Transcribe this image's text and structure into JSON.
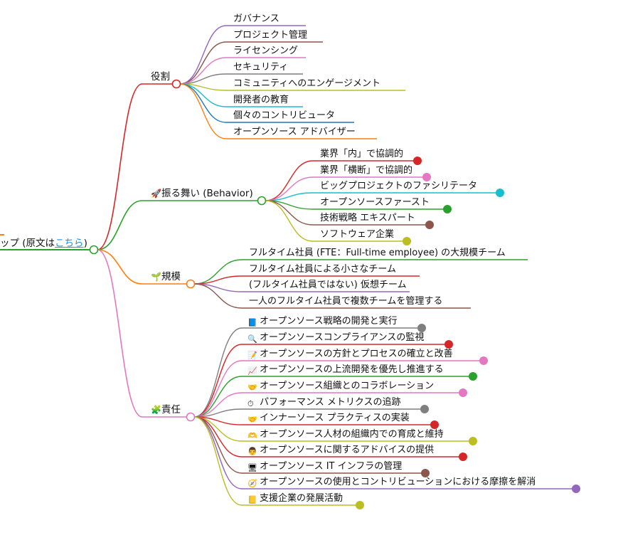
{
  "root": {
    "prefix": "ップ (原文は",
    "link_text": "こちら",
    "suffix": ")",
    "color": "#2ca02c"
  },
  "branches": [
    {
      "id": "roles",
      "label": "役割",
      "icon": "",
      "color": "#d62728",
      "children": [
        {
          "label": "ガバナンス",
          "color": "#9467bd",
          "dot": false
        },
        {
          "label": "プロジェクト管理",
          "color": "#8c564b",
          "dot": false
        },
        {
          "label": "ライセンシング",
          "color": "#e377c2",
          "dot": false
        },
        {
          "label": "セキュリティ",
          "color": "#7f7f7f",
          "dot": false
        },
        {
          "label": "コミュニティへのエンゲージメント",
          "color": "#bcbd22",
          "dot": false
        },
        {
          "label": "開発者の教育",
          "color": "#17becf",
          "dot": false
        },
        {
          "label": "個々のコントリビュータ",
          "color": "#1f77b4",
          "dot": false
        },
        {
          "label": "オープンソース アドバイザー",
          "color": "#ff7f0e",
          "dot": false
        }
      ]
    },
    {
      "id": "behavior",
      "label": "振る舞い (Behavior)",
      "icon": "rocket-icon",
      "color": "#2ca02c",
      "children": [
        {
          "label": "業界「内」で協調的",
          "color": "#d62728",
          "dot": true
        },
        {
          "label": "業界「横断」で協調的",
          "color": "#e377c2",
          "dot": true
        },
        {
          "label": "ビッグプロジェクトのファシリテータ",
          "color": "#17becf",
          "dot": true
        },
        {
          "label": "オープンソースファースト",
          "color": "#2ca02c",
          "dot": true
        },
        {
          "label": "技術戦略 エキスパート",
          "color": "#8c564b",
          "dot": true
        },
        {
          "label": "ソフトウェア企業",
          "color": "#bcbd22",
          "dot": true
        }
      ]
    },
    {
      "id": "scale",
      "label": "規模",
      "icon": "seedling-icon",
      "color": "#ff7f0e",
      "children": [
        {
          "label": "フルタイム社員 (FTE：Full-time employee) の大規模チーム",
          "color": "#2ca02c",
          "dot": false
        },
        {
          "label": "フルタイム社員による小さなチーム",
          "color": "#d62728",
          "dot": false
        },
        {
          "label": "(フルタイム社員ではない) 仮想チーム",
          "color": "#9467bd",
          "dot": false
        },
        {
          "label": "一人のフルタイム社員で複数チームを管理する",
          "color": "#8c564b",
          "dot": false
        }
      ]
    },
    {
      "id": "responsibility",
      "label": "責任",
      "icon": "puzzle-icon",
      "color": "#e377c2",
      "children": [
        {
          "label": "オープンソース戦略の開発と実行",
          "icon": "blue-book-icon",
          "color": "#7f7f7f",
          "dot": true
        },
        {
          "label": "オープンソースコンプライアンスの監視",
          "icon": "magnifier-icon",
          "color": "#d62728",
          "dot": true
        },
        {
          "label": "オープンソースの方針とプロセスの確立と改善",
          "icon": "memo-icon",
          "color": "#e377c2",
          "dot": true
        },
        {
          "label": "オープンソースの上流開発を優先し推進する",
          "icon": "chart-up-icon",
          "color": "#2ca02c",
          "dot": true
        },
        {
          "label": "オープンソース組織とのコラボレーション",
          "icon": "handshake-icon",
          "color": "#e377c2",
          "dot": true
        },
        {
          "label": "パフォーマンス メトリクスの追跡",
          "icon": "stopwatch-icon",
          "color": "#7f7f7f",
          "dot": true
        },
        {
          "label": "インナーソース プラクティスの実装",
          "icon": "handshake-icon",
          "color": "#d62728",
          "dot": true
        },
        {
          "label": "オープンソース人材の組織内での育成と維持",
          "icon": "heart-hands-icon",
          "color": "#bcbd22",
          "dot": true
        },
        {
          "label": "オープンソースに関するアドバイスの提供",
          "icon": "person-icon",
          "color": "#d62728",
          "dot": true
        },
        {
          "label": "オープンソース IT インフラの管理",
          "icon": "monitor-icon",
          "color": "#8c564b",
          "dot": true
        },
        {
          "label": "オープンソースの使用とコントリビューションにおける摩擦を解消",
          "icon": "compass-icon",
          "color": "#9467bd",
          "dot": true
        },
        {
          "label": "支援企業の発展活動",
          "icon": "notebook-icon",
          "color": "#bcbd22",
          "dot": true
        }
      ]
    }
  ]
}
